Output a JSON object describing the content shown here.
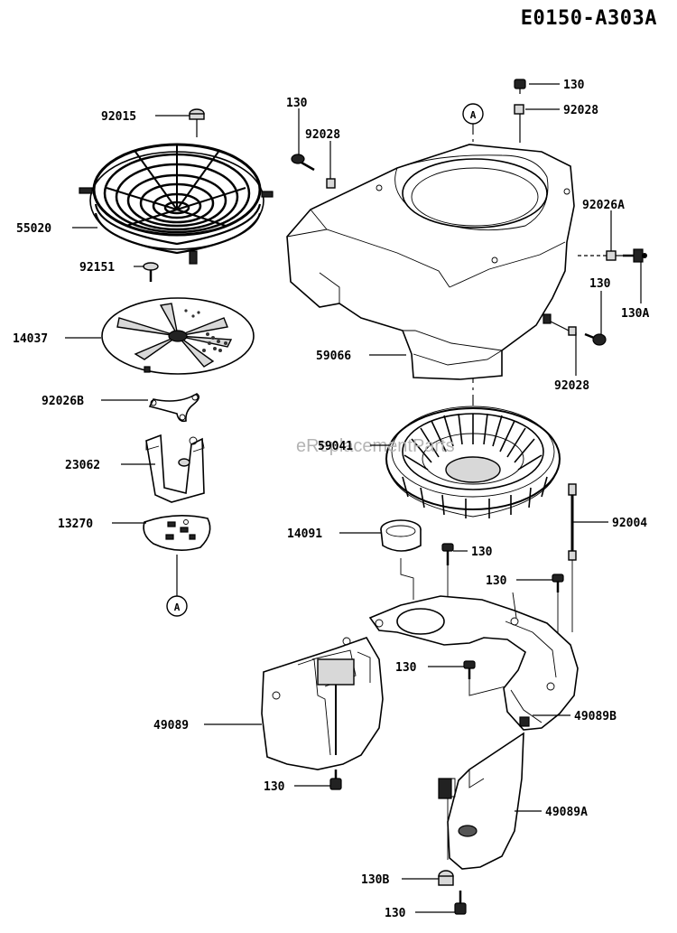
{
  "diagram_id": "E0150-A303A",
  "watermark": "eReplacementParts",
  "ref_marker": "A",
  "labels": {
    "p92015": "92015",
    "p55020": "55020",
    "p92151": "92151",
    "p14037": "14037",
    "p92026B": "92026B",
    "p23062": "23062",
    "p13270": "13270",
    "p130_top_left": "130",
    "p92028_top_left": "92028",
    "p130_top_right": "130",
    "p92028_top_right": "92028",
    "p92026A": "92026A",
    "p130_mid_right": "130",
    "p130A": "130A",
    "p92028_mid_right": "92028",
    "p59066": "59066",
    "p59041": "59041",
    "p14091": "14091",
    "p130_center": "130",
    "p92004": "92004",
    "p130_right_plate": "130",
    "p130_lower_center": "130",
    "p49089B": "49089B",
    "p49089": "49089",
    "p130_bottom_left": "130",
    "p49089A": "49089A",
    "p130B": "130B",
    "p130_bottom": "130"
  }
}
